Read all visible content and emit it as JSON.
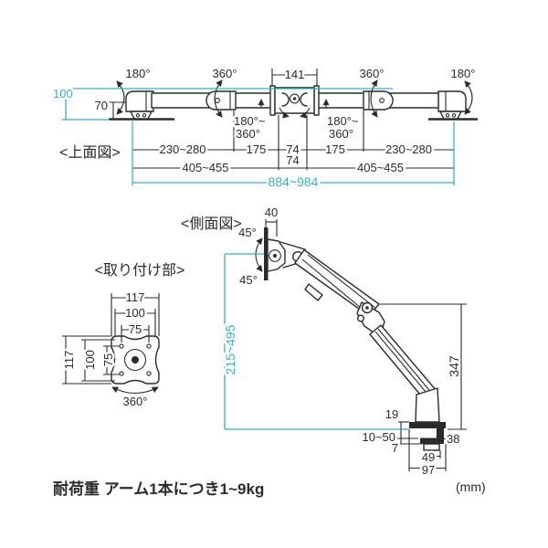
{
  "palette": {
    "accent": "#3bafc0",
    "ink": "#2b2b2b"
  },
  "top_view": {
    "label": "<上面図>",
    "angle_left_outer": "180°",
    "angle_left_joint": "360°",
    "dim_center": "141",
    "angle_right_joint": "360°",
    "angle_right_outer": "180°",
    "rot_line1": "180°~",
    "rot_line2": "360°",
    "dim_height": "100",
    "dim_base": "70",
    "row1": [
      "230~280",
      "175",
      "74",
      "175",
      "230~280"
    ],
    "row2": [
      "405~455",
      "74",
      "405~455"
    ],
    "dim_total": "884~984"
  },
  "side_view": {
    "label": "<側面図>",
    "dim_top": "40",
    "angle_up": "45°",
    "angle_down": "45°",
    "dim_range": "215~495",
    "dim_height": "347",
    "dim_plate": "19",
    "dim_desk": "10~50",
    "dim_jaw": "7",
    "dim_back": "38",
    "dim_depth": "49",
    "dim_width": "97"
  },
  "mount_view": {
    "label": "<取り付け部>",
    "top": [
      "117",
      "100",
      "75"
    ],
    "left": [
      "117",
      "100",
      "75"
    ],
    "angle": "360°"
  },
  "footer": {
    "note": "耐荷重 アーム1本につき1~9kg",
    "unit": "(mm)"
  }
}
